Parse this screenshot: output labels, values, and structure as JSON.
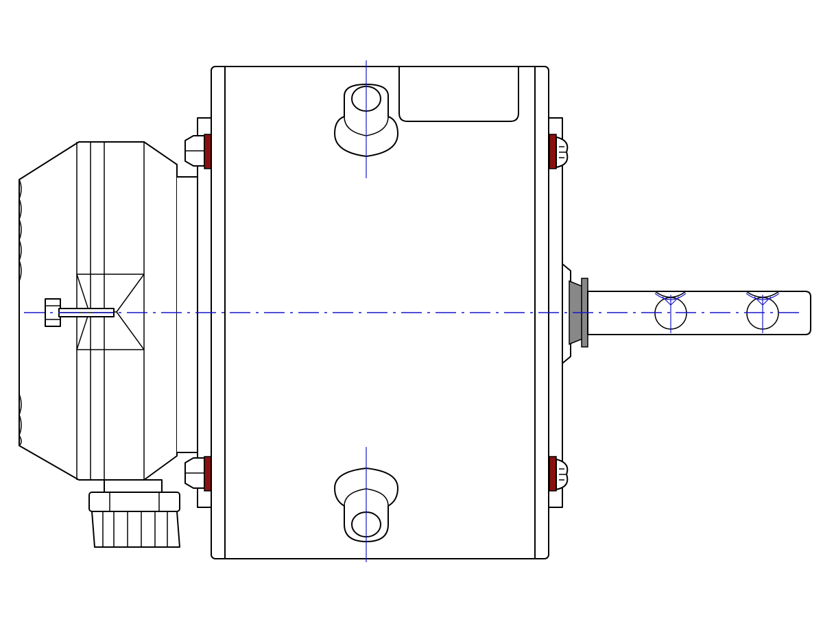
{
  "drawing": {
    "views": [
      "side-elevation"
    ],
    "components": [
      "motor-housing",
      "end-cap",
      "mounting-lug-top",
      "mounting-lug-bottom",
      "output-shaft",
      "cable-gland",
      "mounting-bolt"
    ]
  },
  "colors": {
    "outline": "#000000",
    "centerline": "#1515c8",
    "gasket": "#8a1010",
    "seal": "#888888"
  }
}
